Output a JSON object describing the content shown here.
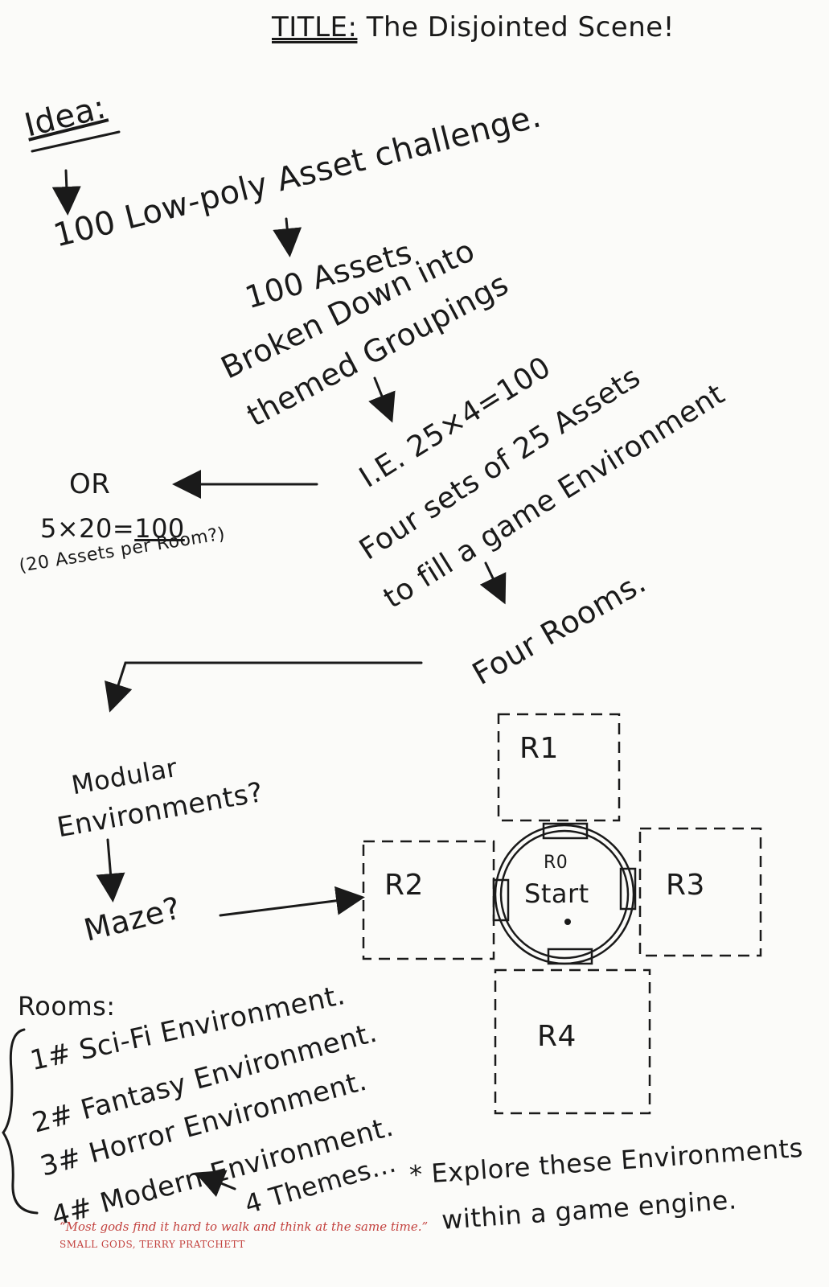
{
  "title": {
    "label": "TITLE:",
    "text": "The Disjointed Scene!"
  },
  "idea": "Idea:",
  "flow": {
    "line1": "100 Low-poly Asset challenge.",
    "line2": "100 Assets",
    "line3": "Broken Down into",
    "line4": "themed Groupings",
    "line5": "I.E. 25×4=100",
    "line6": "Four sets of 25 Assets",
    "line7": "to fill a game Environment",
    "line8": "Four Rooms."
  },
  "alternative": {
    "or": "OR",
    "equation_left": "5×20=",
    "equation_right": "100",
    "note": "(20 Assets per Room?)"
  },
  "modular": {
    "line1": "Modular",
    "line2": "Environments?"
  },
  "maze": "Maze?",
  "rooms": {
    "heading": "Rooms:",
    "items": [
      "1# Sci-Fi Environment.",
      "2# Fantasy Environment.",
      "3# Horror Environment.",
      "4# Modern Environment."
    ],
    "themes": "4 Themes..."
  },
  "map": {
    "r1": "R1",
    "r2": "R2",
    "r3": "R3",
    "r4": "R4",
    "r0": "R0",
    "start": "Start"
  },
  "explore": {
    "line1": "* Explore these Environments",
    "line2": "within a game engine."
  },
  "quote": {
    "text": "“Most gods find it hard to walk and think at the same time.”",
    "source": "SMALL GODS, TERRY PRATCHETT"
  },
  "colors": {
    "ink": "#1a1a1a",
    "quote": "#c3413e",
    "paper": "#fbfbf9"
  }
}
